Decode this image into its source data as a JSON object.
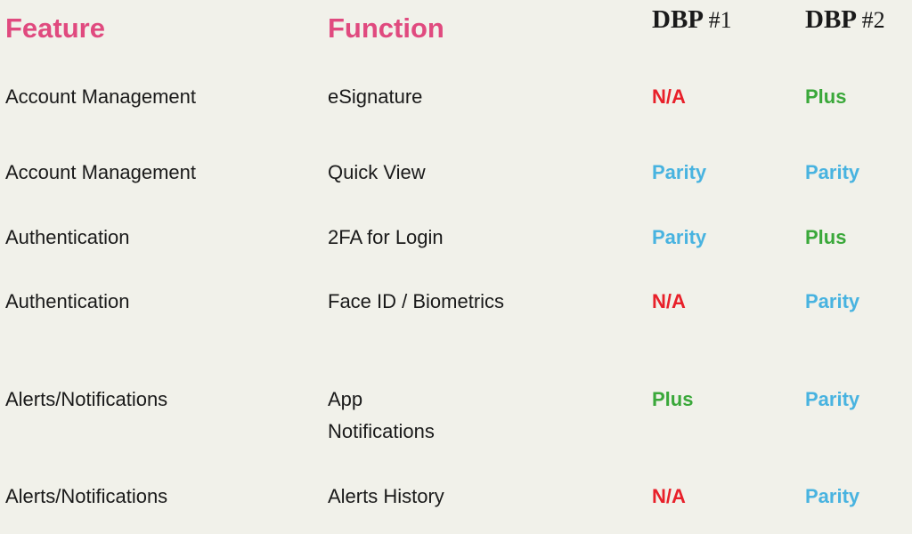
{
  "header": {
    "feature": "Feature",
    "function": "Function",
    "dbp1_prefix": "DBP ",
    "dbp1_num": "#1",
    "dbp2_prefix": "DBP ",
    "dbp2_num": "#2"
  },
  "colors": {
    "background": "#f1f1ea",
    "header_pink": "#e04a7f",
    "na_red": "#e8202a",
    "plus_green": "#3aa83a",
    "parity_blue": "#48b3e0",
    "text": "#1a1a1a"
  },
  "rows": [
    {
      "feature": "Account Management",
      "function": "eSignature",
      "dbp1": "N/A",
      "dbp2": "Plus"
    },
    {
      "feature": "Account Management",
      "function": "Quick View",
      "dbp1": "Parity",
      "dbp2": "Parity"
    },
    {
      "feature": "Authentication",
      "function": "2FA for Login",
      "dbp1": "Parity",
      "dbp2": "Plus"
    },
    {
      "feature": "Authentication",
      "function": "Face ID / Biometrics",
      "dbp1": "N/A",
      "dbp2": "Parity"
    },
    {
      "feature": "Alerts/Notifications",
      "function_line1": "App",
      "function_line2": "Notifications",
      "dbp1": "Plus",
      "dbp2": "Parity"
    },
    {
      "feature": "Alerts/Notifications",
      "function": "Alerts History",
      "dbp1": "N/A",
      "dbp2": "Parity"
    }
  ]
}
